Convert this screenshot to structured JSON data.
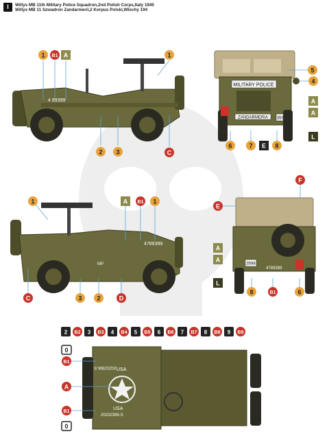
{
  "header": {
    "badge": "I",
    "line1": "Willys MB 11th Military Police Squadron,2nd Polish Corps,Italy 1945",
    "line2": "Willys MB 11 Szwadron Zandarmerii,2 Korpus Polski,Wlochy 194"
  },
  "vehicle_text": {
    "side1_number": "4 89399",
    "front_sign": "MILITARY POLICE",
    "front_plate": "ZANDARMERIA",
    "front_number": "3598",
    "side2_number": "4789399",
    "side2_mp": "MP",
    "rear_number": "4789399",
    "rear_plate": "3598",
    "top_usa": "USA",
    "top_serial": "20232398-S",
    "top_serial_rev": "20232398-S"
  },
  "callouts": {
    "c1": "1",
    "b1": "B1",
    "cA": "A",
    "c2": "2",
    "c3": "3",
    "cC": "C",
    "c5": "5",
    "c4": "4",
    "c6": "6",
    "c7": "7",
    "cE": "E",
    "c8": "8",
    "cL": "L",
    "cF": "F",
    "cD": "D",
    "c0": "0"
  },
  "numbers_row": [
    "2",
    "B2",
    "3",
    "B3",
    "4",
    "B4",
    "5",
    "B5",
    "6",
    "B6",
    "7",
    "B7",
    "8",
    "B8",
    "9",
    "B9"
  ],
  "colors": {
    "olive": "#6b6a3c",
    "olive_dark": "#4e4d2a",
    "tan": "#bfb08a",
    "orange": "#e8a33a",
    "red_badge": "#c8342a",
    "green_badge": "#8c8b4c",
    "ghost": "#ececec"
  }
}
